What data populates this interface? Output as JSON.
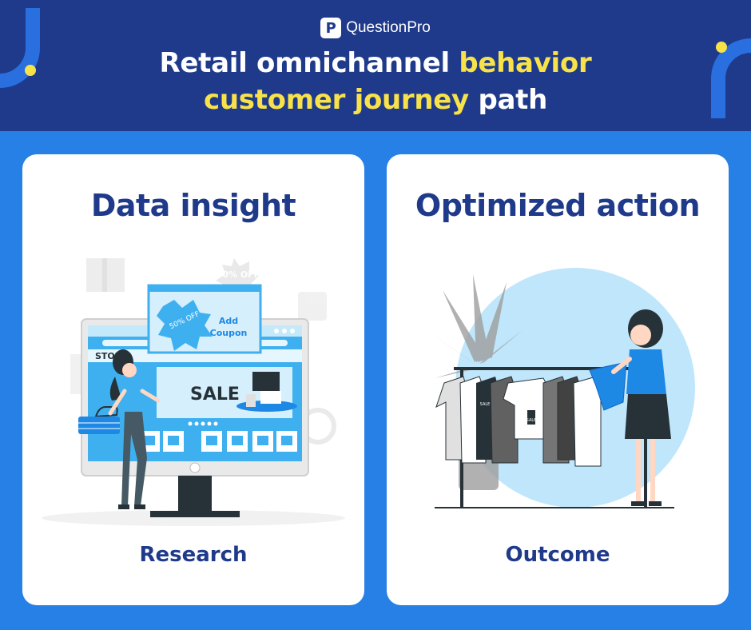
{
  "brand": {
    "name": "QuestionPro",
    "logo_letter": "P"
  },
  "title": {
    "part1": "Retail omnichannel ",
    "part2_highlight": "behavior",
    "part3_highlight": "customer journey",
    "part4": " path"
  },
  "cards": [
    {
      "heading": "Data insight",
      "caption": "Research",
      "illustration": {
        "store_label": "STORE",
        "sale_label": "SALE",
        "coupon_badge": "50% OFF",
        "coupon_text_1": "Add",
        "coupon_text_2": "Coupon",
        "background_badge": "50% OFF"
      }
    },
    {
      "heading": "Optimized action",
      "caption": "Outcome",
      "illustration": {
        "tag_label": "SALE"
      }
    }
  ],
  "colors": {
    "background": "#2680e6",
    "header": "#1f3a8a",
    "accent_yellow": "#f7e24a",
    "light_blue": "#3fb0ef",
    "card": "#ffffff"
  }
}
